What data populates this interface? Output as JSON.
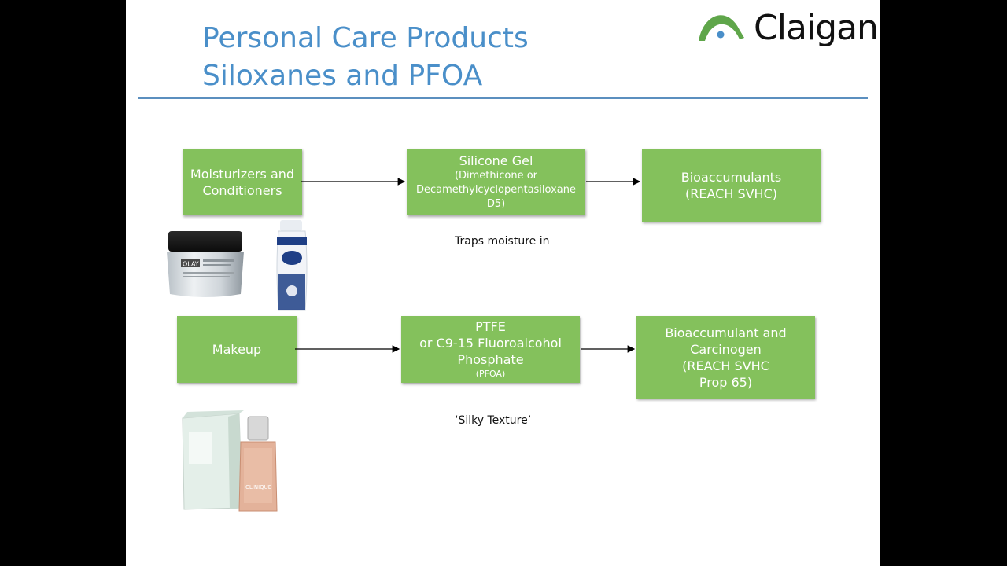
{
  "slide": {
    "title_line1": "Personal Care Products",
    "title_line2": "Siloxanes and PFOA",
    "logo_text": "Claigan"
  },
  "colors": {
    "box_green": "#84c15c",
    "title_blue": "#4a8fc9",
    "rule_blue": "#5b8fbf"
  },
  "row1": {
    "source": {
      "line1": "Moisturizers and",
      "line2": "Conditioners"
    },
    "chemical": {
      "name": "Silicone Gel",
      "detail_line1": "(Dimethicone or",
      "detail_line2": "Decamethylcyclopentasiloxane D5)"
    },
    "effect": {
      "line1": "Bioaccumulants",
      "line2": "(REACH SVHC)"
    },
    "caption": "Traps moisture in",
    "products": [
      "olay-cream-jar",
      "head-and-shoulders-bottle"
    ]
  },
  "row2": {
    "source": {
      "line1": "Makeup"
    },
    "chemical": {
      "line1": "PTFE",
      "line2": "or C9-15 Fluoroalcohol",
      "line3": "Phosphate",
      "line4": "(PFOA)"
    },
    "effect": {
      "line1": "Bioaccumulant and",
      "line2": "Carcinogen",
      "line3": "(REACH SVHC",
      "line4": "Prop 65)"
    },
    "caption": "‘Silky Texture’",
    "products": [
      "clinique-foundation-box",
      "clinique-foundation-bottle"
    ]
  },
  "product_text": {
    "olay_brand": "OLAY",
    "clinique_brand": "CLINIQUE"
  }
}
